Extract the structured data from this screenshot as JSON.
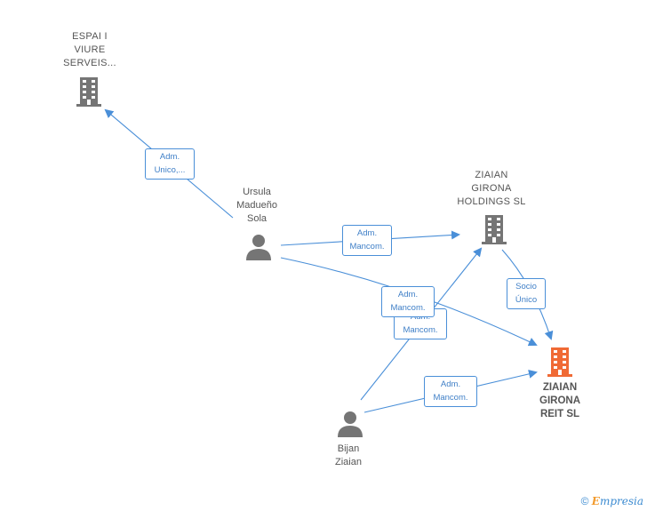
{
  "nodes": {
    "espai": {
      "label": "ESPAI I\nVIURE\nSERVEIS...",
      "kind": "company",
      "color": "#757575"
    },
    "holdings": {
      "label": "ZIAIAN\nGIRONA\nHOLDINGS  SL",
      "kind": "company",
      "color": "#757575"
    },
    "reit": {
      "label": "ZIAIAN\nGIRONA\nREIT  SL",
      "kind": "company",
      "color": "#f06a35"
    },
    "ursula": {
      "label": "Ursula\nMadueño\nSola",
      "kind": "person",
      "color": "#757575"
    },
    "bijan": {
      "label": "Bijan\nZiaian",
      "kind": "person",
      "color": "#757575"
    }
  },
  "edges": {
    "ursula_espai": "Adm.\nUnico,...",
    "ursula_holdings": "Adm.\nMancom.",
    "ursula_reit": "Adm.\nMancom.",
    "bijan_holdings": "Adm.\nMancom.",
    "holdings_reit": "Socio\nÚnico",
    "bijan_reit": "Adm.\nMancom."
  },
  "colors": {
    "edge": "#4a8fd8"
  },
  "footer": {
    "copyright": "©",
    "brand_e": "E",
    "brand_rest": "mpresia"
  }
}
